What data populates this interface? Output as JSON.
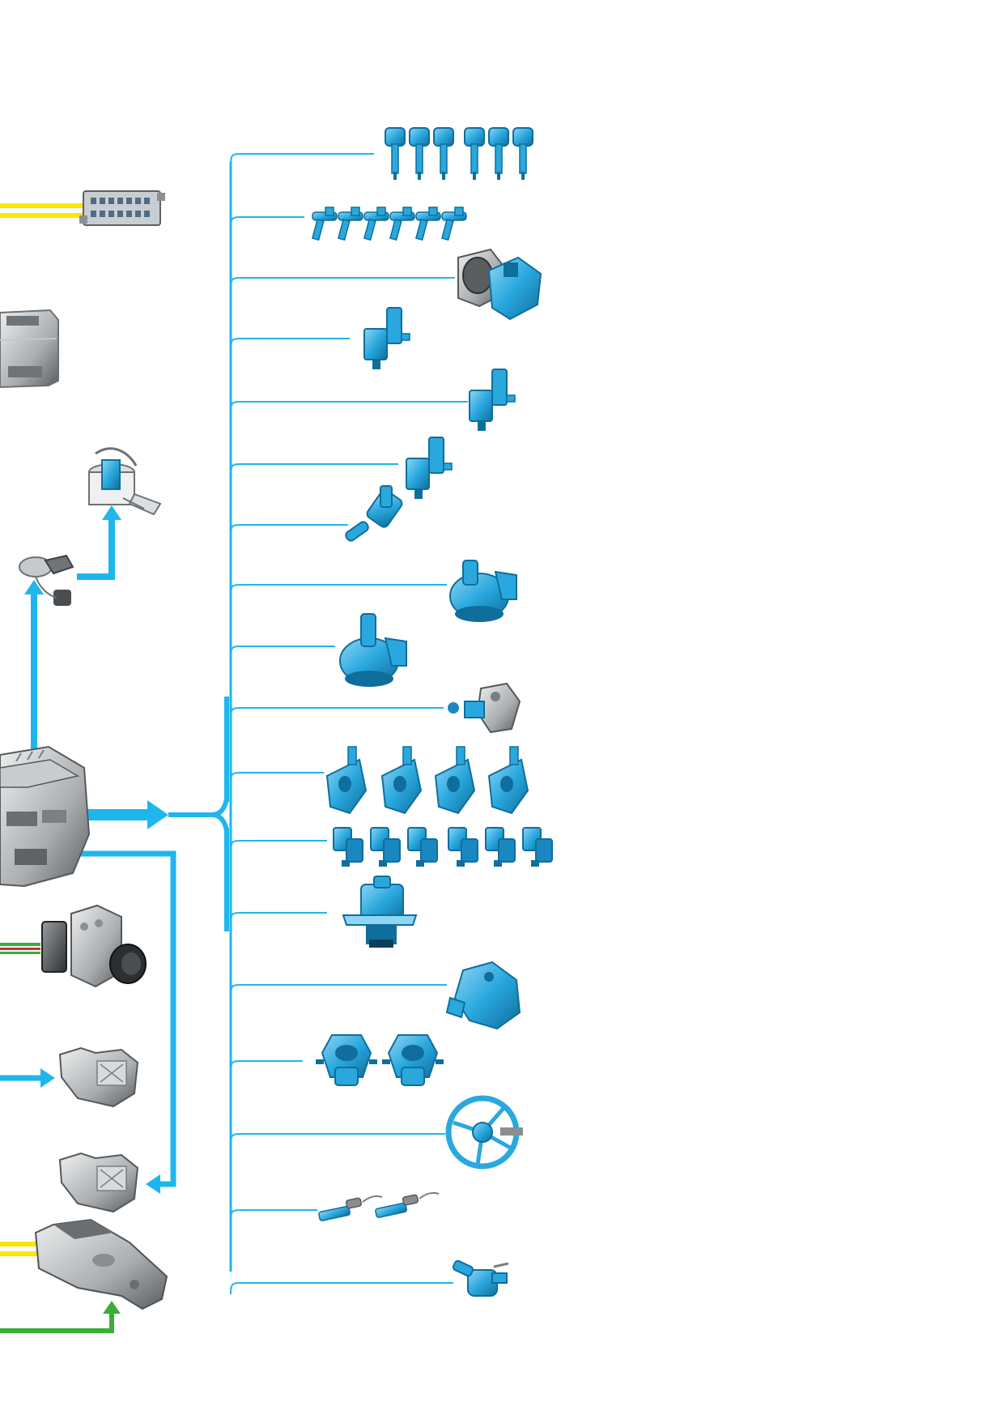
{
  "colors": {
    "signal_line": "#1fb6ee",
    "part_fill": "#2aa8de",
    "part_dark": "#0f6e9c",
    "part_light": "#8fd6f4",
    "bus_yellow": "#ffe500",
    "bus_green": "#3aae3a",
    "grey_part": "#9fa3a6",
    "grey_dark": "#5a5e61",
    "grey_light": "#d7d9da"
  },
  "components": {
    "inputs_left": [
      {
        "icon": "diagnostic-connector-icon"
      },
      {
        "icon": "body-control-module-icon"
      },
      {
        "icon": "fuel-pump-module-icon"
      },
      {
        "icon": "fuel-pump-control-unit-icon"
      },
      {
        "icon": "engine-control-unit-icon"
      },
      {
        "icon": "abs-unit-icon"
      },
      {
        "icon": "actuator-motor-icon"
      },
      {
        "icon": "actuator-motor-icon"
      },
      {
        "icon": "gear-selector-module-icon"
      }
    ],
    "outputs_right": [
      {
        "icon": "ignition-coil-icon",
        "count": 6
      },
      {
        "icon": "fuel-injector-icon",
        "count": 6
      },
      {
        "icon": "throttle-body-icon",
        "count": 1
      },
      {
        "icon": "solenoid-valve-icon",
        "count": 1
      },
      {
        "icon": "solenoid-valve-icon",
        "count": 1
      },
      {
        "icon": "solenoid-valve-icon",
        "count": 1
      },
      {
        "icon": "purge-valve-icon",
        "count": 1
      },
      {
        "icon": "water-pump-icon",
        "count": 1
      },
      {
        "icon": "water-pump-icon",
        "count": 1
      },
      {
        "icon": "high-pressure-fuel-pump-icon",
        "count": 1
      },
      {
        "icon": "camshaft-adjuster-icon",
        "count": 4
      },
      {
        "icon": "camshaft-solenoid-icon",
        "count": 6
      },
      {
        "icon": "thermostat-icon",
        "count": 1
      },
      {
        "icon": "vacuum-pump-icon",
        "count": 1
      },
      {
        "icon": "engine-mount-icon",
        "count": 2
      },
      {
        "icon": "radiator-fan-icon",
        "count": 1
      },
      {
        "icon": "oxygen-sensor-heater-icon",
        "count": 2
      },
      {
        "icon": "shutoff-valve-icon",
        "count": 1
      }
    ]
  }
}
